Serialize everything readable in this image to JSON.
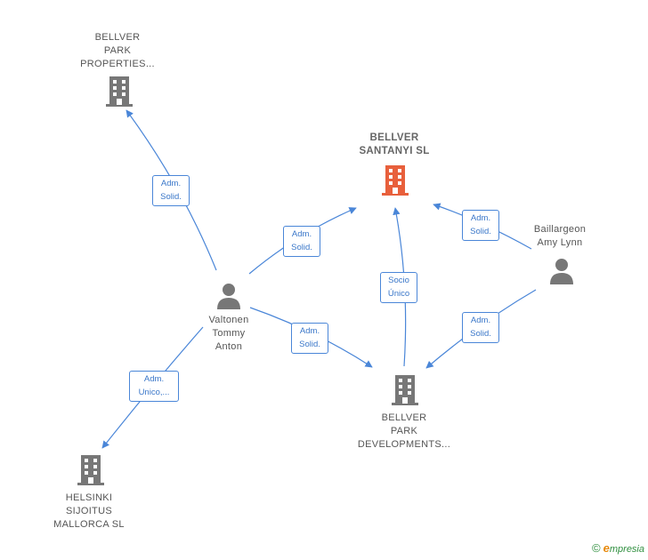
{
  "nodes": {
    "bellver_santanyi": {
      "lines": [
        "BELLVER",
        "SANTANYI  SL"
      ],
      "icon": "building-icon",
      "color": "#e8603c"
    },
    "bellver_park_properties": {
      "lines": [
        "BELLVER",
        "PARK",
        "PROPERTIES..."
      ],
      "icon": "building-icon",
      "color": "#777777"
    },
    "bellver_park_developments": {
      "lines": [
        "BELLVER",
        "PARK",
        "DEVELOPMENTS..."
      ],
      "icon": "building-icon",
      "color": "#777777"
    },
    "helsinki_sijoitus": {
      "lines": [
        "HELSINKI",
        "SIJOITUS",
        "MALLORCA  SL"
      ],
      "icon": "building-icon",
      "color": "#777777"
    },
    "valtonen": {
      "lines": [
        "Valtonen",
        "Tommy",
        "Anton"
      ],
      "icon": "person-icon",
      "color": "#777777"
    },
    "baillargeon": {
      "lines": [
        "Baillargeon",
        "Amy Lynn"
      ],
      "icon": "person-icon",
      "color": "#777777"
    }
  },
  "edges": {
    "valtonen_to_properties": [
      "Adm.",
      "Solid."
    ],
    "valtonen_to_santanyi": [
      "Adm.",
      "Solid."
    ],
    "valtonen_to_developments": [
      "Adm.",
      "Solid."
    ],
    "valtonen_to_helsinki": [
      "Adm.",
      "Unico,..."
    ],
    "developments_to_santanyi": [
      "Socio",
      "Único"
    ],
    "baillargeon_to_santanyi": [
      "Adm.",
      "Solid."
    ],
    "baillargeon_to_developments": [
      "Adm.",
      "Solid."
    ]
  },
  "colors": {
    "edge": "#4a86d8",
    "main_node": "#e8603c",
    "node": "#777777"
  },
  "footer": {
    "copyright": "©",
    "brand_initial": "e",
    "brand_rest": "mpresia"
  }
}
